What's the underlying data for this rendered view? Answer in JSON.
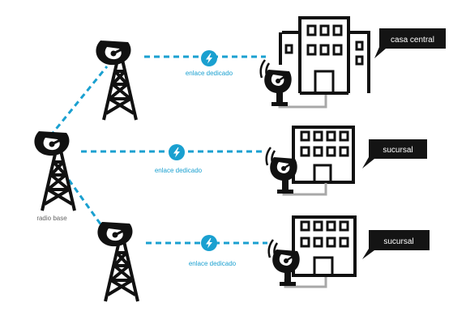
{
  "colors": {
    "link": "#1aa0d0",
    "icon": "#111111",
    "callout_bg": "#141414",
    "callout_text": "#ffffff",
    "label_text": "#1aa0d0",
    "base_label_text": "#666666",
    "antenna_bracket": "#a8a8a8"
  },
  "radio_base": {
    "label": "radio base",
    "icon": "radio-tower-icon"
  },
  "links": {
    "top": {
      "label": "enlace dedicado",
      "icon": "lightning-bolt-icon"
    },
    "middle": {
      "label": "enlace dedicado",
      "icon": "lightning-bolt-icon"
    },
    "bottom": {
      "label": "enlace dedicado",
      "icon": "lightning-bolt-icon"
    }
  },
  "buildings": {
    "headquarters": {
      "callout": "casa central",
      "icon": "office-building-icon"
    },
    "branch_1": {
      "callout": "sucursal",
      "icon": "office-building-icon"
    },
    "branch_2": {
      "callout": "sucursal",
      "icon": "office-building-icon"
    }
  }
}
